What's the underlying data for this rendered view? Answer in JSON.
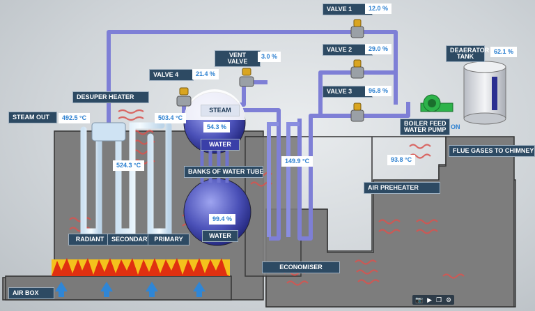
{
  "labels": {
    "valve1": "VALVE 1",
    "valve2": "VALVE 2",
    "valve3": "VALVE 3",
    "valve4": "VALVE 4",
    "vent_valve": "VENT\nVALVE",
    "deaerator_tank": "DEAERATOR\nTANK",
    "desuper_heater": "DESUPER HEATER",
    "steam_out": "STEAM OUT",
    "steam": "STEAM",
    "water_top": "WATER",
    "water_bottom": "WATER",
    "banks_of_water_tube": "BANKS OF WATER TUBE",
    "boiler_feed_water_pump": "BOILER FEED\nWATER PUMP",
    "pump_status": "ON",
    "flue_gases": "FLUE GASES TO CHIMNEY",
    "air_preheater": "AIR PREHEATER",
    "economiser": "ECONOMISER",
    "radiant": "RADIANT",
    "secondary": "SECONDARY",
    "primary": "PRIMARY",
    "air_box": "AIR BOX"
  },
  "values": {
    "valve1": "12.0 %",
    "valve2": "29.0 %",
    "valve3": "96.8 %",
    "valve4": "21.4 %",
    "vent_valve": "3.0 %",
    "deaerator_level": "62.1 %",
    "steam_out_temp": "492.5 °C",
    "secondary_temp": "524.3 °C",
    "primary_temp": "503.4 °C",
    "steam_drum_level": "54.3 %",
    "economiser_temp": "149.9 °C",
    "air_preheater_temp": "93.8 °C",
    "mud_drum_level": "99.4 %"
  },
  "icons": [
    "camera-icon",
    "video-icon",
    "copy-icon",
    "gear-icon"
  ],
  "colors": {
    "pipe": "#7e7fd6",
    "water": "#3a3fa8",
    "valve": "#d9a520",
    "flame": "#e03010",
    "heat_wave": "#d9534f",
    "chamber": "#7c7c7c",
    "air_arrow": "#2f86d6",
    "pump": "#2db34a"
  }
}
